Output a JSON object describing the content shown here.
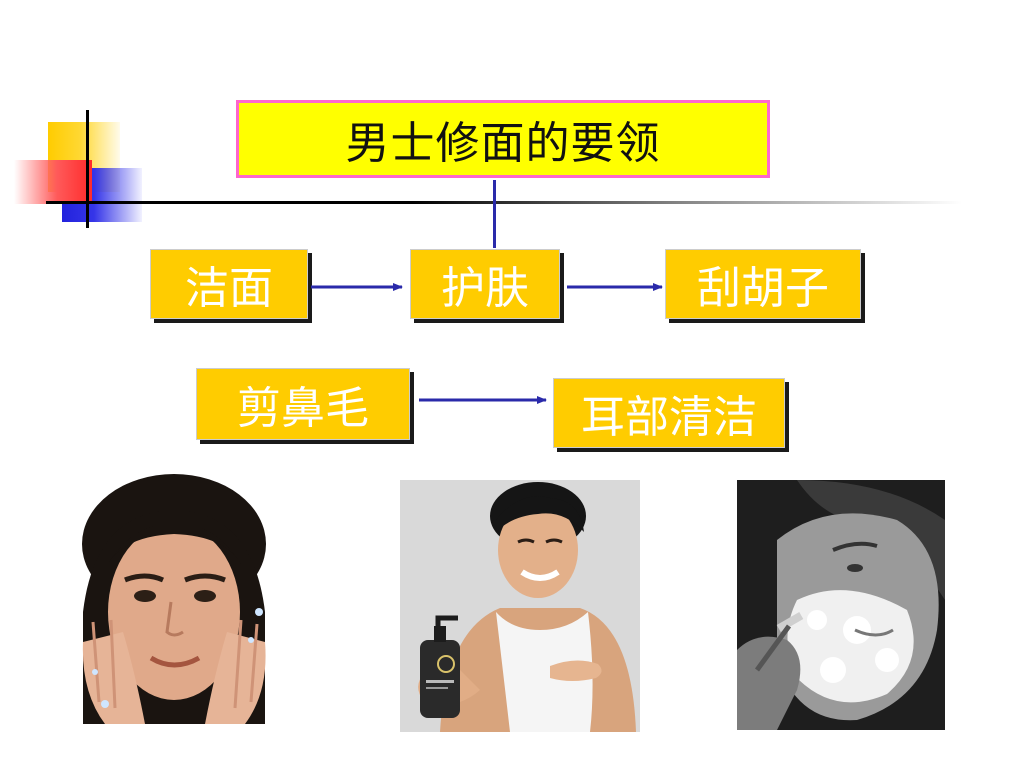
{
  "title": "男士修面的要领",
  "steps": {
    "cleanse": "洁面",
    "skincare": "护肤",
    "shave": "刮胡子",
    "nose_hair": "剪鼻毛",
    "ear_clean": "耳部清洁"
  },
  "colors": {
    "title_fill": "#ffff00",
    "title_border": "#ff66cc",
    "step_fill": "#ffcc00",
    "arrow": "#2a2aaa"
  }
}
